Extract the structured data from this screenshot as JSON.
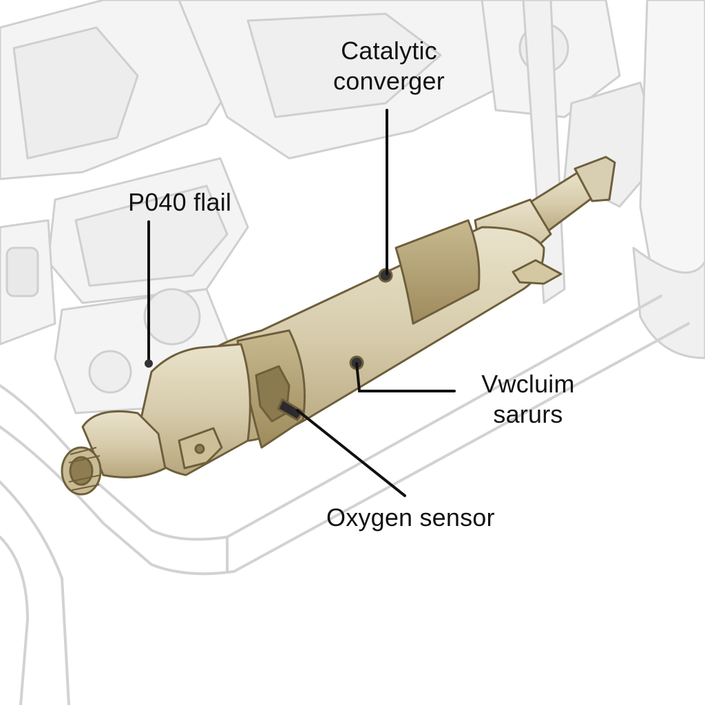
{
  "labels": {
    "catalytic_line1": "Catalytic",
    "catalytic_line2": "converger",
    "p040": "P040 flail",
    "vacuum_line1": "Vwcluim",
    "vacuum_line2": "sarurs",
    "oxygen": "Oxygen sensor"
  },
  "colors": {
    "background": "#ffffff",
    "engine_sketch": "#c9c9c9",
    "engine_fill": "#f3f3f3",
    "converter_body": "#d9d0b4",
    "converter_band": "#b9a982",
    "converter_outline": "#6e5f3c",
    "leader_line": "#111111",
    "label_text": "#111111"
  }
}
